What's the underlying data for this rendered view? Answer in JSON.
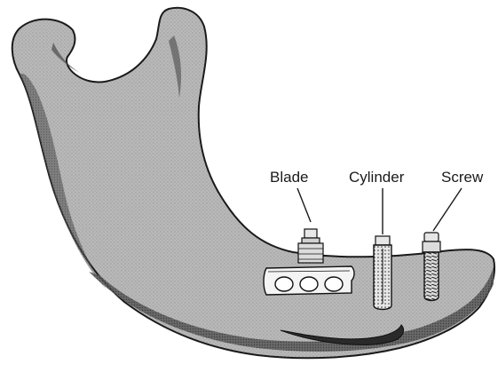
{
  "diagram": {
    "labels": {
      "blade": "Blade",
      "cylinder": "Cylinder",
      "screw": "Screw"
    }
  }
}
